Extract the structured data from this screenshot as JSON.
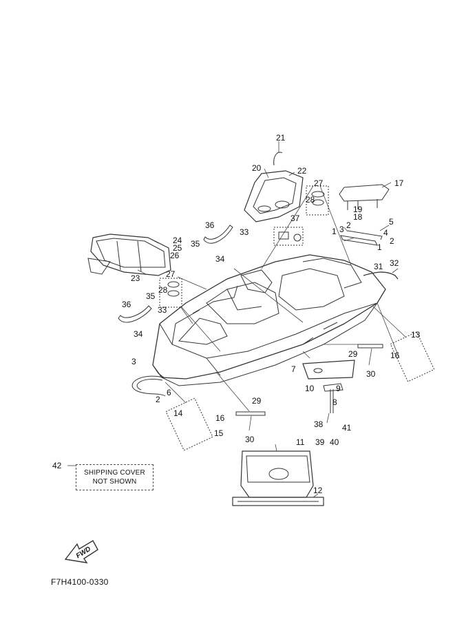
{
  "callouts": {
    "c1a": "1",
    "c1b": "1",
    "c2a": "2",
    "c2b": "2",
    "c2c": "2",
    "c3a": "3",
    "c3b": "3",
    "c4": "4",
    "c5": "5",
    "c6": "6",
    "c7": "7",
    "c8": "8",
    "c9": "9",
    "c10": "10",
    "c11": "11",
    "c12": "12",
    "c13": "13",
    "c14": "14",
    "c15": "15",
    "c16a": "16",
    "c16b": "16",
    "c17": "17",
    "c18": "18",
    "c19": "19",
    "c20": "20",
    "c21": "21",
    "c22": "22",
    "c23": "23",
    "c24": "24",
    "c25": "25",
    "c26": "26",
    "c27a": "27",
    "c27b": "27",
    "c28a": "28",
    "c28b": "28",
    "c29a": "29",
    "c29b": "29",
    "c30a": "30",
    "c30b": "30",
    "c31": "31",
    "c32": "32",
    "c33a": "33",
    "c33b": "33",
    "c34a": "34",
    "c34b": "34",
    "c35a": "35",
    "c35b": "35",
    "c36a": "36",
    "c36b": "36",
    "c37": "37",
    "c38": "38",
    "c39": "39",
    "c40": "40",
    "c41": "41",
    "c42": "42"
  },
  "note": {
    "line1": "SHIPPING COVER",
    "line2": "NOT SHOWN"
  },
  "fwd_label": "FWD",
  "diagram_code": "F7H4100-0330",
  "colors": {
    "line": "#333333",
    "background": "#ffffff"
  }
}
